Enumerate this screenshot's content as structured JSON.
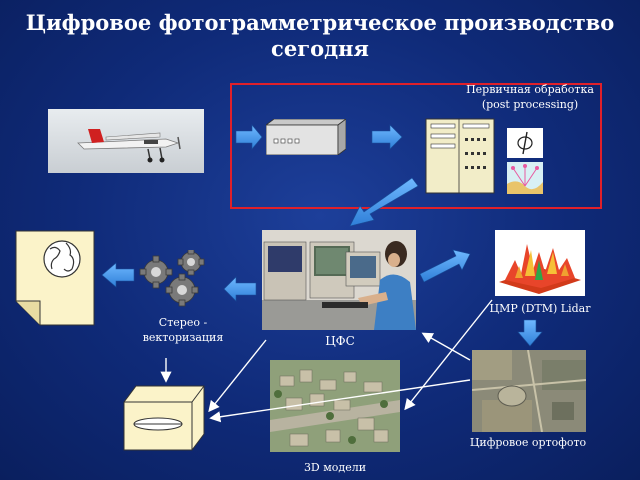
{
  "title": "Цифровое фотограмметрическое производство сегодня",
  "labels": {
    "post_processing_line1": "Первичная обработка",
    "post_processing_line2": "(post processing)",
    "stereo_line1": "Стерео -",
    "stereo_line2": "векторизация",
    "dps": "ЦФС",
    "dem": "ЦМР (DTM) Lidar",
    "orthophoto": "Цифровое ортофото",
    "models3d": "3D модели"
  },
  "colors": {
    "background": "#0f2a78",
    "highlight_box": "#e0202a",
    "arrow": "#3a8ee8",
    "title": "#ffffff"
  }
}
